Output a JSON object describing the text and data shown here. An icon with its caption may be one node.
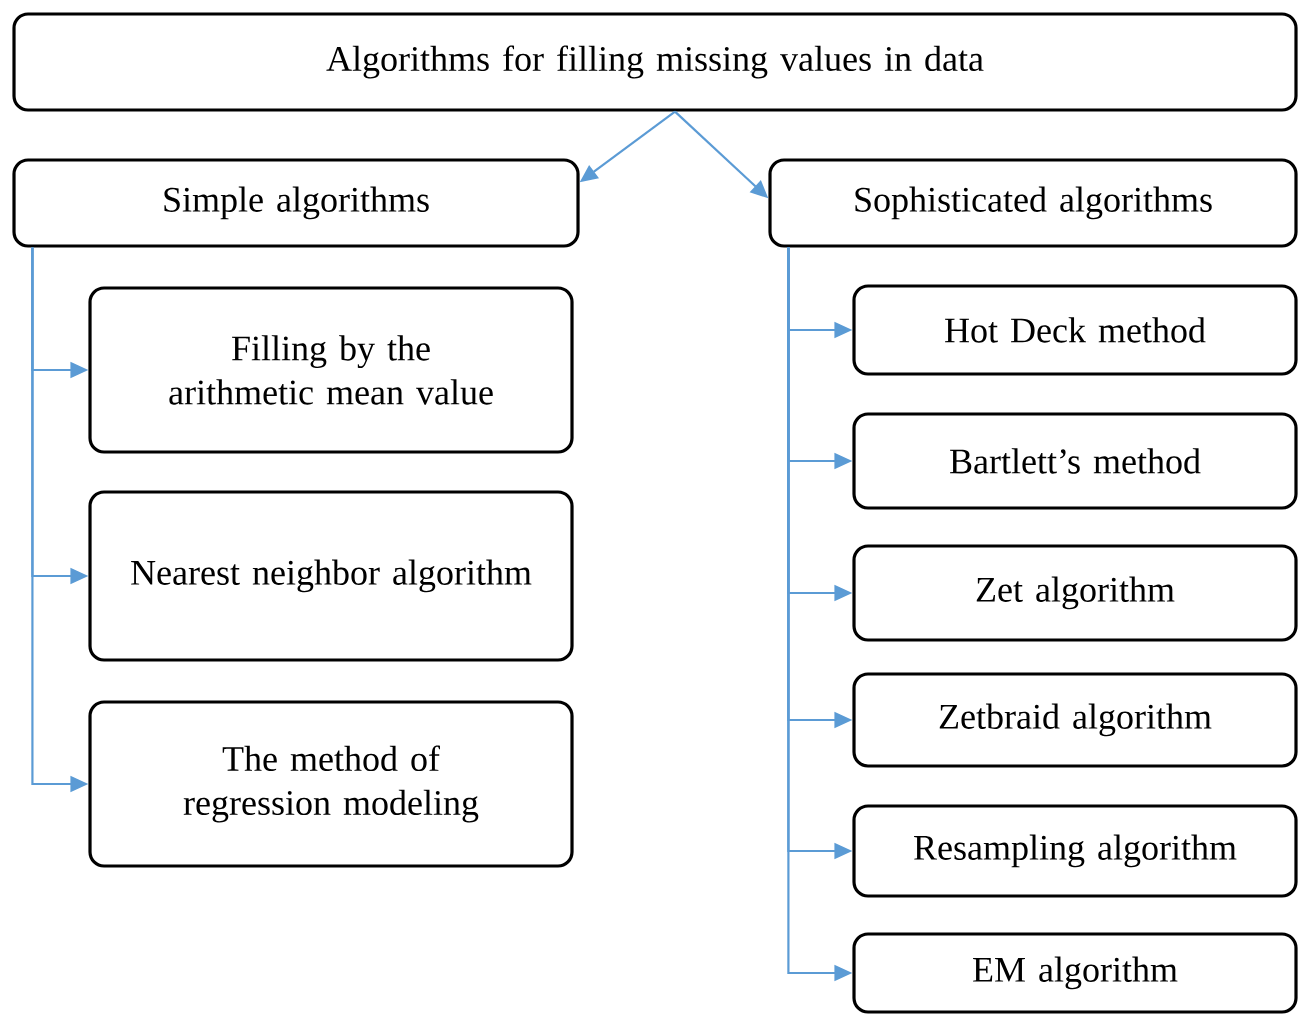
{
  "diagram": {
    "nodes": [
      {
        "text": [
          "Algorithms for filling missing values in data"
        ]
      },
      {
        "text": [
          "Simple algorithms"
        ]
      },
      {
        "text": [
          "Sophisticated algorithms"
        ]
      },
      {
        "text": [
          "Filling by the arithmetic mean value"
        ]
      },
      {
        "text": [
          "Nearest neighbor algorithm"
        ]
      },
      {
        "text": [
          "The method of regression modeling"
        ]
      },
      {
        "text": [
          "Hot Deck method"
        ]
      },
      {
        "text": [
          "Bartlett’s method"
        ]
      },
      {
        "text": [
          "Zet algorithm"
        ]
      },
      {
        "text": [
          "Zetbraid algorithm"
        ]
      },
      {
        "text": [
          "Resampling algorithm"
        ]
      },
      {
        "text": [
          "EM algorithm"
        ]
      }
    ],
    "edges": [
      {
        "from": 0,
        "to": 1,
        "arrow": "to"
      },
      {
        "from": 0,
        "to": 2,
        "arrow": "to"
      },
      {
        "from": 1,
        "to": 3,
        "arrow": "to"
      },
      {
        "from": 1,
        "to": 4,
        "arrow": "to"
      },
      {
        "from": 1,
        "to": 5,
        "arrow": "to"
      },
      {
        "from": 2,
        "to": 6,
        "arrow": "to"
      },
      {
        "from": 2,
        "to": 7,
        "arrow": "to"
      },
      {
        "from": 2,
        "to": 8,
        "arrow": "to"
      },
      {
        "from": 2,
        "to": 9,
        "arrow": "to"
      },
      {
        "from": 2,
        "to": 10,
        "arrow": "to"
      },
      {
        "from": 2,
        "to": 11,
        "arrow": "to"
      }
    ]
  }
}
